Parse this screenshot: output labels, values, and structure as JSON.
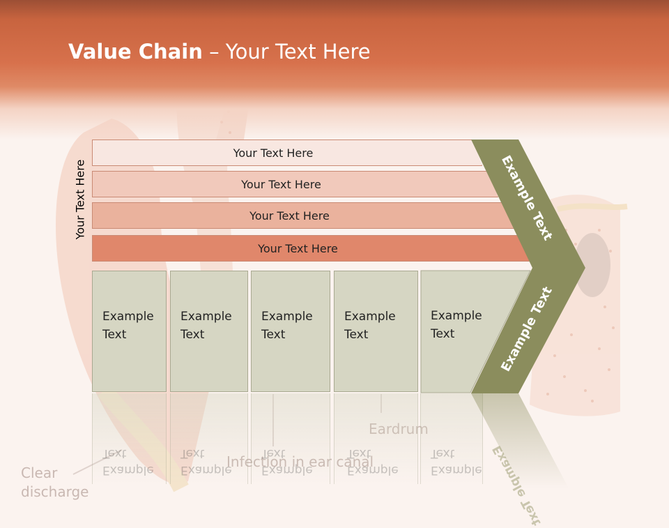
{
  "title": {
    "bold": "Value Chain",
    "rest": " – Your Text Here"
  },
  "side_label": "Your Text Here",
  "bars": [
    {
      "label": "Your Text Here",
      "color": "#f8e7e1"
    },
    {
      "label": "Your Text Here",
      "color": "#f1c9bb"
    },
    {
      "label": "Your Text Here",
      "color": "#eab29d"
    },
    {
      "label": "Your Text Here",
      "color": "#e0876b"
    }
  ],
  "chevron": {
    "top_label": "Example Text",
    "bottom_label": "Example Text",
    "color": "#8b8d5d"
  },
  "boxes": [
    {
      "line1": "Example",
      "line2": "Text"
    },
    {
      "line1": "Example",
      "line2": "Text"
    },
    {
      "line1": "Example",
      "line2": "Text"
    },
    {
      "line1": "Example",
      "line2": "Text"
    },
    {
      "line1": "Example",
      "line2": "Text"
    }
  ],
  "background_labels": {
    "eardrum": "Eardrum",
    "infection": "Infection in ear canal",
    "clear": "Clear",
    "discharge": "discharge"
  }
}
